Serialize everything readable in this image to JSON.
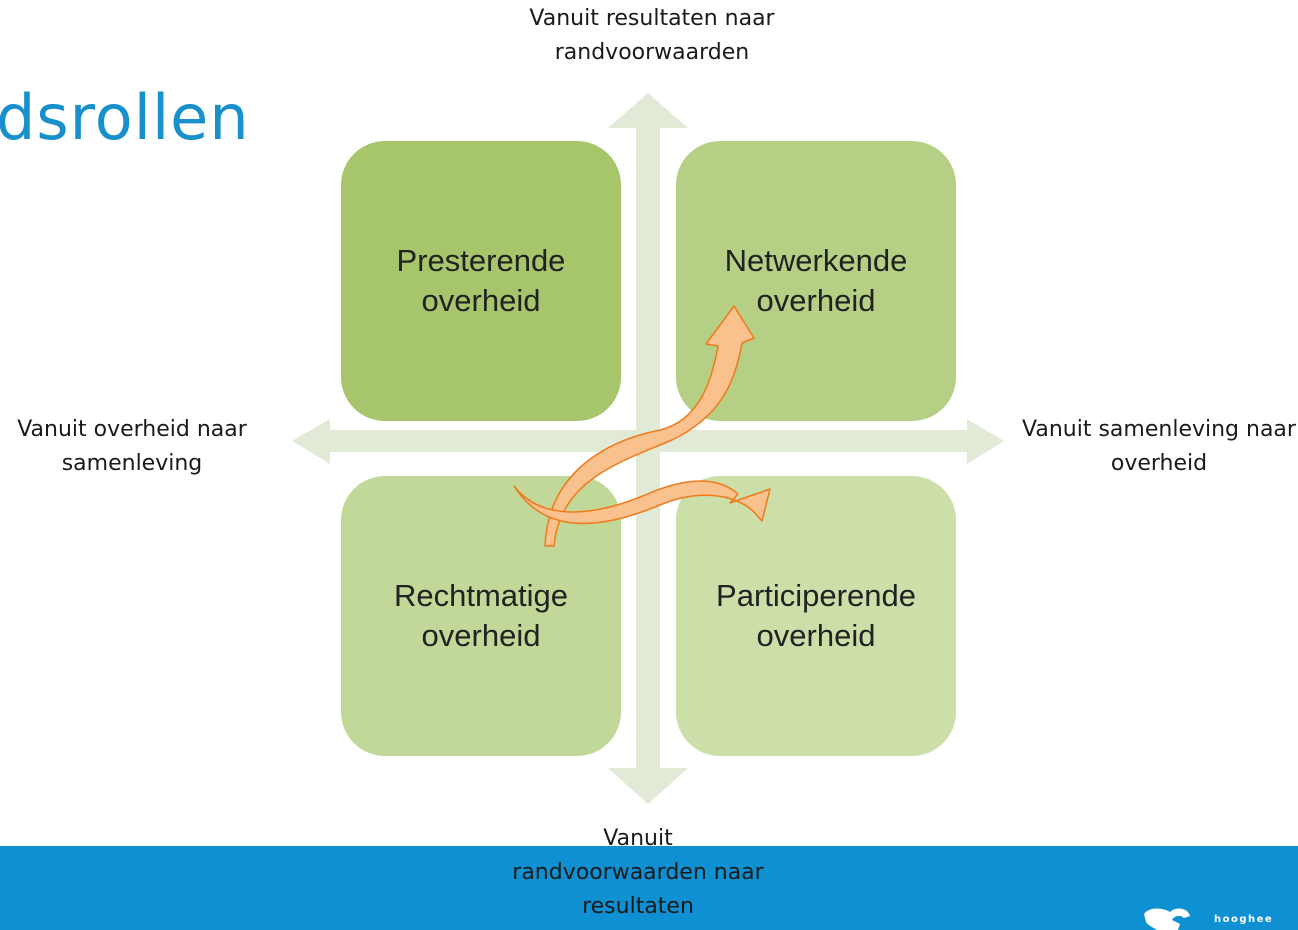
{
  "slide": {
    "title_visible": "dsrollen",
    "logo_text": "hooghee"
  },
  "axes": {
    "top": "Vanuit resultaten naar randvoorwaarden",
    "bottom": "Vanuit randvoorwaarden naar resultaten",
    "left": "Vanuit overheid naar samenleving",
    "right": "Vanuit samenleving naar overheid"
  },
  "quadrants": [
    {
      "label_line1": "Presterende",
      "label_line2": "overheid",
      "color": "#a7c56a"
    },
    {
      "label_line1": "Netwerkende",
      "label_line2": "overheid",
      "color": "#b5cf84"
    },
    {
      "label_line1": "Rechtmatige",
      "label_line2": "overheid",
      "color": "#c2d898"
    },
    {
      "label_line1": "Participerende",
      "label_line2": "overheid",
      "color": "#ccdfa9"
    }
  ],
  "colors": {
    "title": "#1890cc",
    "footer": "#0f90d2",
    "axis_arrow": "#e1ead6",
    "curve_fill": "#f9c18d",
    "curve_stroke": "#ef7a1a"
  }
}
